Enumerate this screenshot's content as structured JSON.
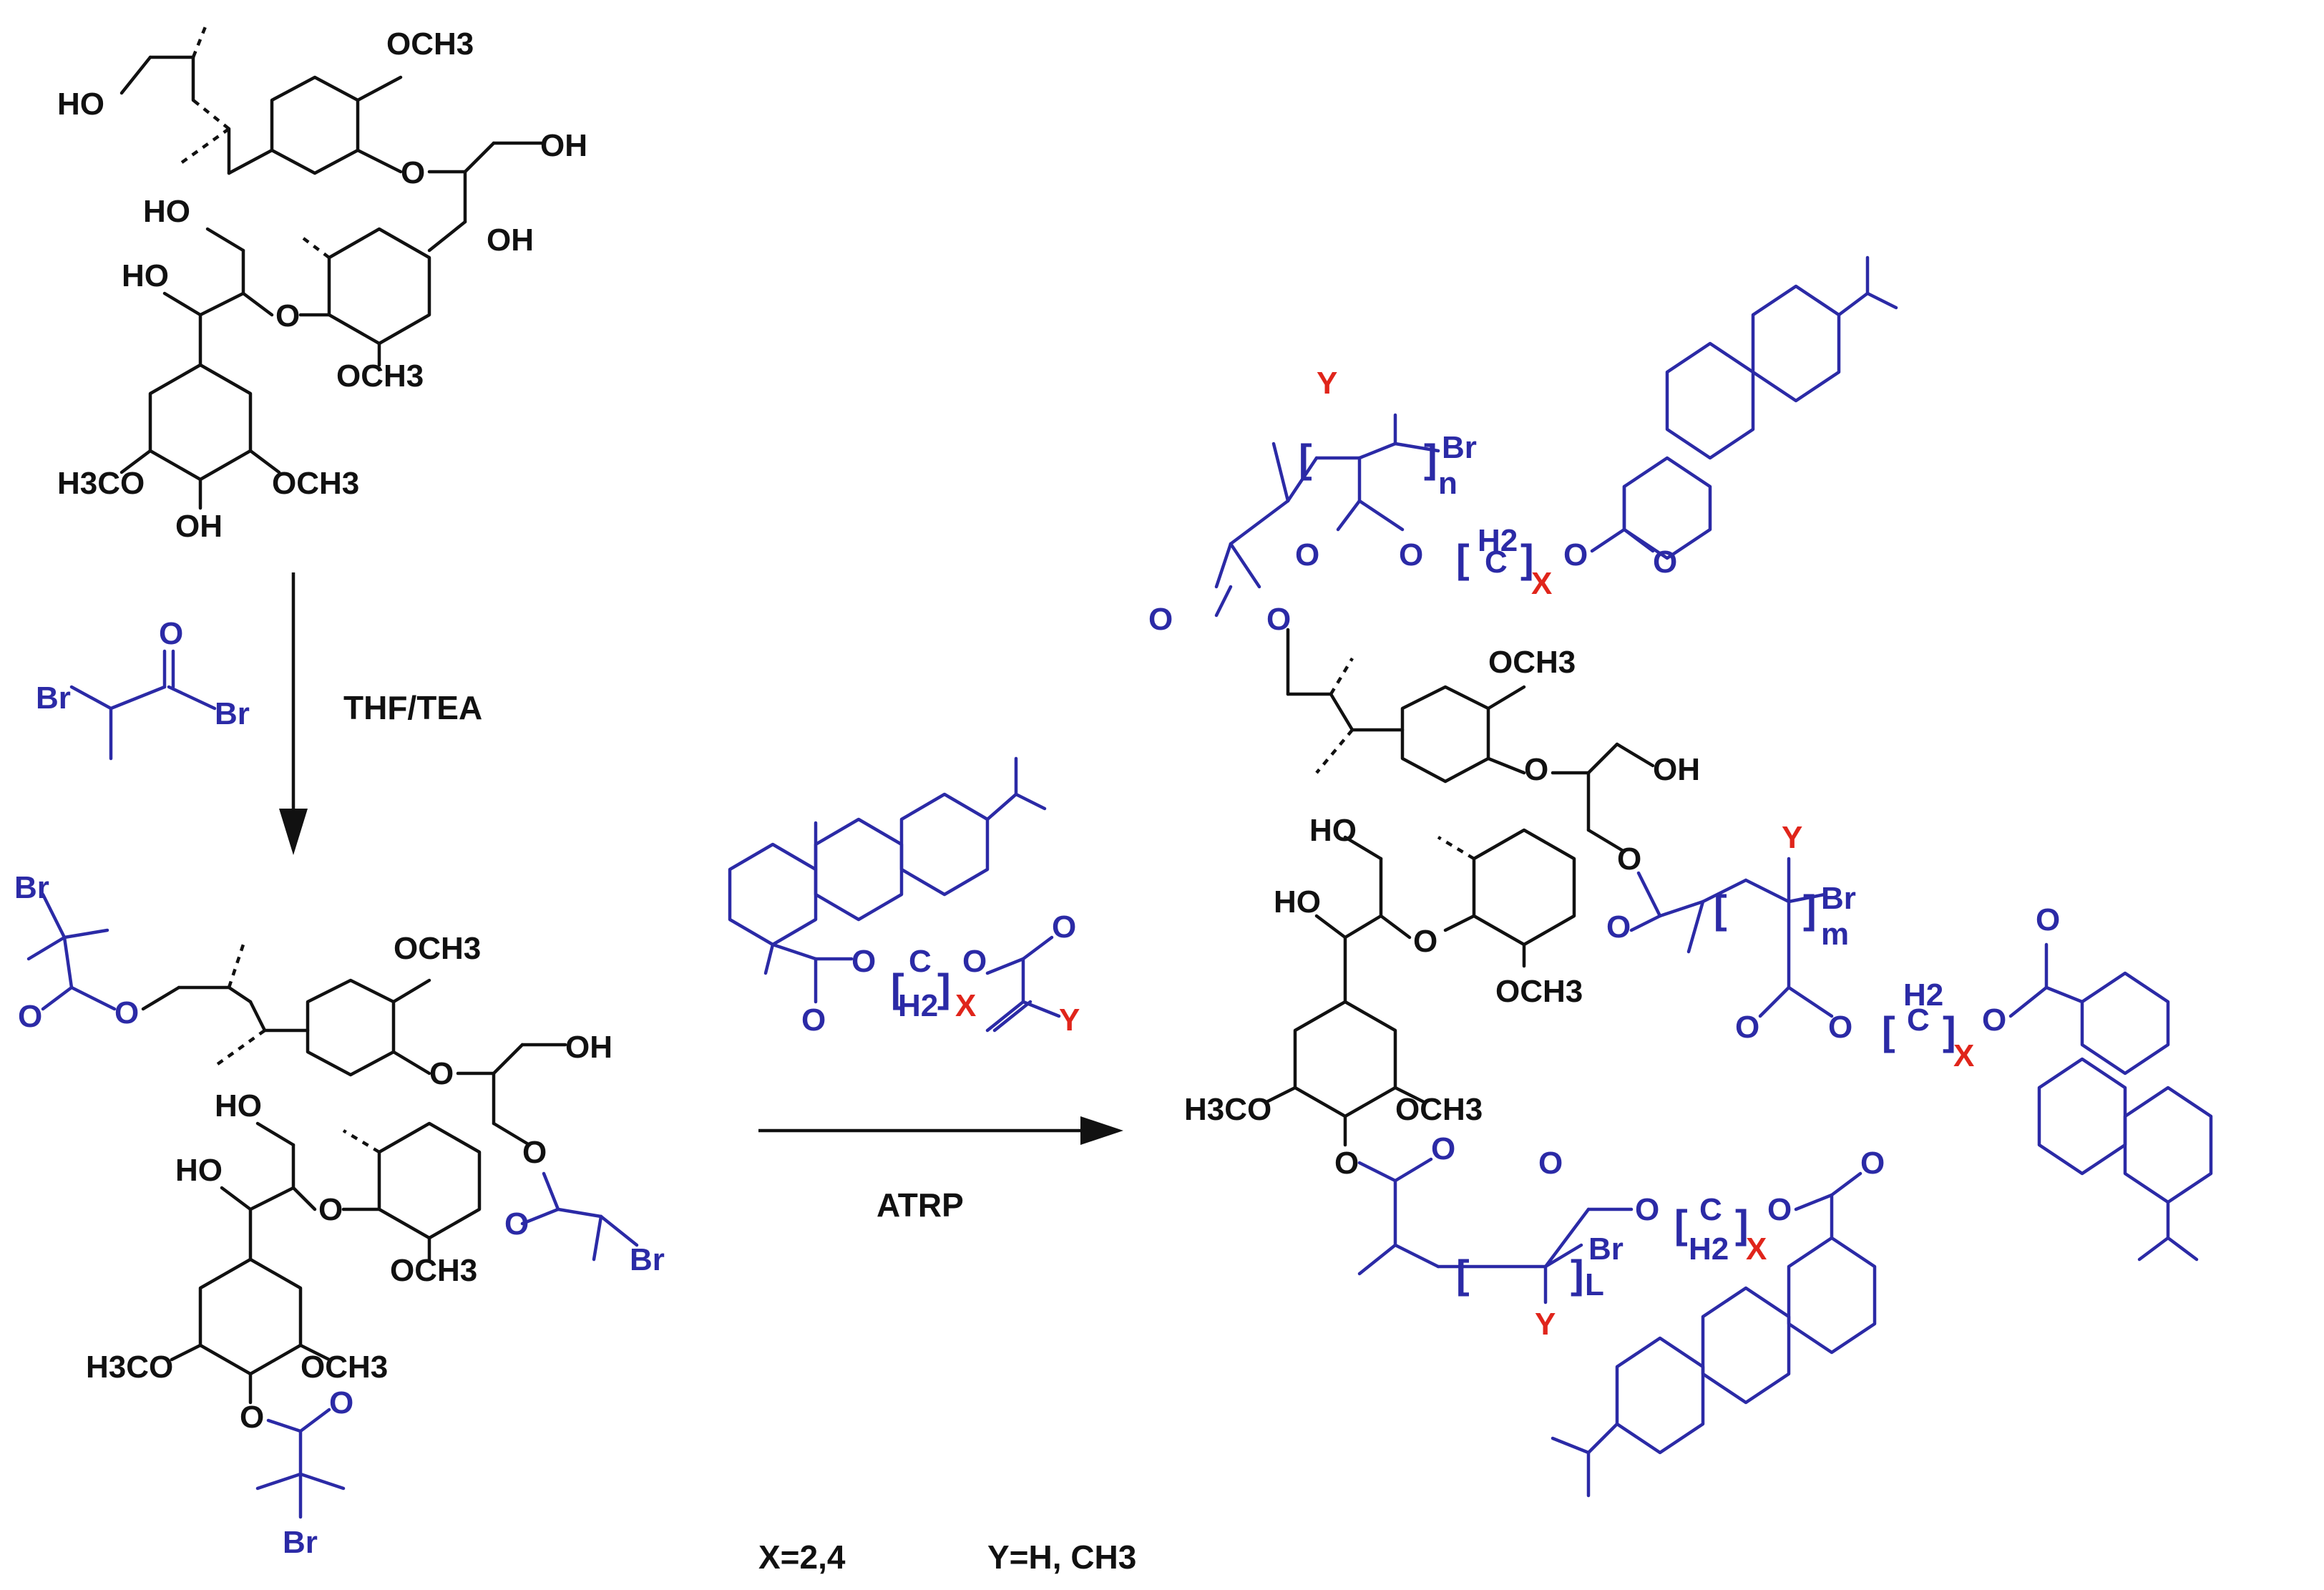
{
  "colors": {
    "lignin": "#111111",
    "reagent": "#2b2aa6",
    "variable": "#e0251b"
  },
  "lignin": {
    "och3": "OCH3",
    "h3co": "H3CO",
    "oh": "OH",
    "ho": "HO",
    "o": "O"
  },
  "reagent": {
    "br": "Br",
    "o": "O",
    "c": "C"
  },
  "step1": {
    "conditions": "THF/TEA"
  },
  "step2": {
    "conditions": "ATRP"
  },
  "monomer": {
    "x": "X",
    "y": "Y",
    "h2": "H2"
  },
  "polymer": {
    "n": "n",
    "m": "m",
    "l": "L"
  },
  "footer": {
    "x_def": "X=2,4",
    "y_def": "Y=H, CH3"
  }
}
